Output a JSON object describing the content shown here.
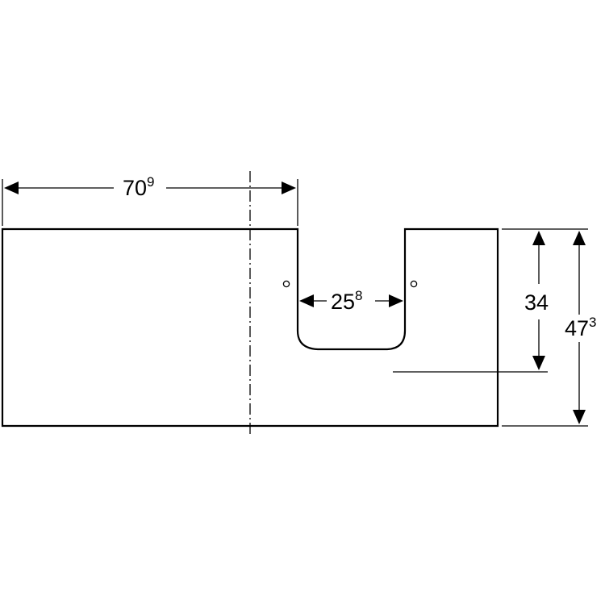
{
  "dimensions": {
    "overall_width": {
      "main": "70",
      "sup": "9"
    },
    "cutout_width": {
      "main": "25",
      "sup": "8"
    },
    "cutout_depth": {
      "main": "34",
      "sup": ""
    },
    "overall_depth": {
      "main": "47",
      "sup": "3"
    }
  }
}
